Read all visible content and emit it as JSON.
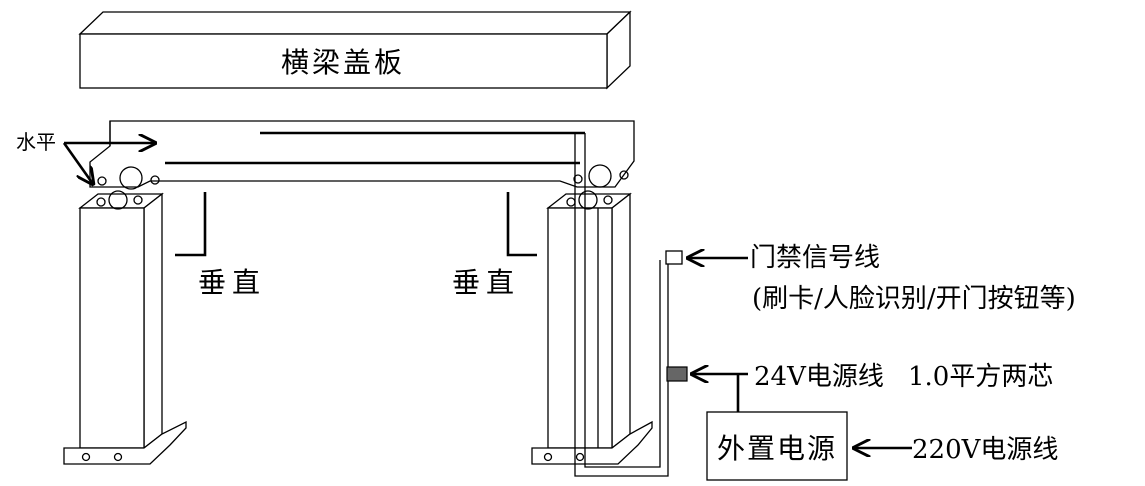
{
  "labels": {
    "beam_cover": "横梁盖板",
    "horizontal": "水平",
    "vertical_left": "垂直",
    "vertical_right": "垂直",
    "access_signal_line": "门禁信号线",
    "access_signal_note": "(刷卡/人脸识别/开门按钮等)",
    "power_24v": "24V电源线",
    "power_24v_spec": "1.0平方两芯",
    "external_power": "外置电源",
    "power_220v": "220V电源线"
  },
  "colors": {
    "line": "#000000",
    "background": "#ffffff",
    "connector_24v": "#666666"
  },
  "icons": {
    "arrow": "arrow-icon",
    "screw_hole": "screw-hole-icon",
    "cable_hole": "cable-hole-icon"
  }
}
